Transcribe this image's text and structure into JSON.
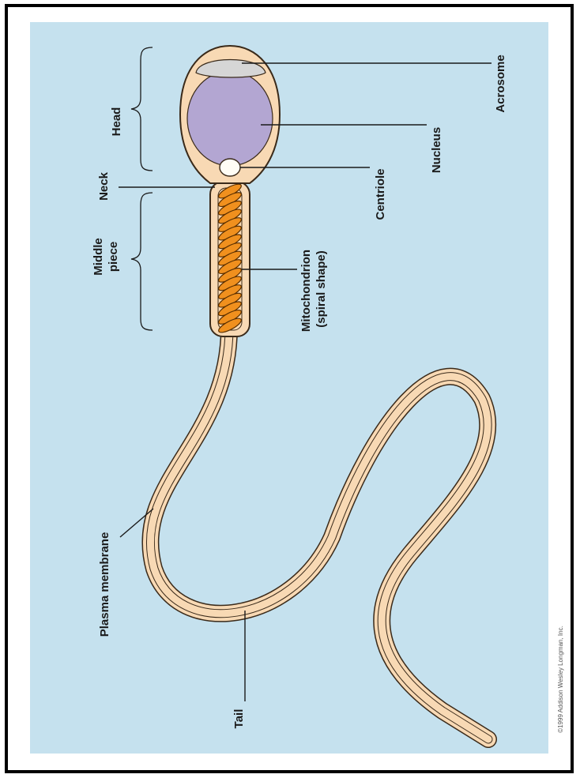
{
  "labels": {
    "acrosome": "Acrosome",
    "nucleus": "Nucleus",
    "centriole": "Centriole",
    "head": "Head",
    "neck": "Neck",
    "middle_piece_line1": "Middle",
    "middle_piece_line2": "piece",
    "mitochondrion_line1": "Mitochondrion",
    "mitochondrion_line2": "(spiral shape)",
    "plasma_membrane": "Plasma membrane",
    "tail": "Tail"
  },
  "copyright": "©1999 Addison Wesley Longman, Inc.",
  "colors": {
    "background": "#c5e1ee",
    "cell_fill": "#f8d9b4",
    "cell_outline": "#3a2a1a",
    "nucleus": "#b3a6d2",
    "acrosome": "#d6d6d6",
    "mitochondrion": "#f0901e"
  }
}
